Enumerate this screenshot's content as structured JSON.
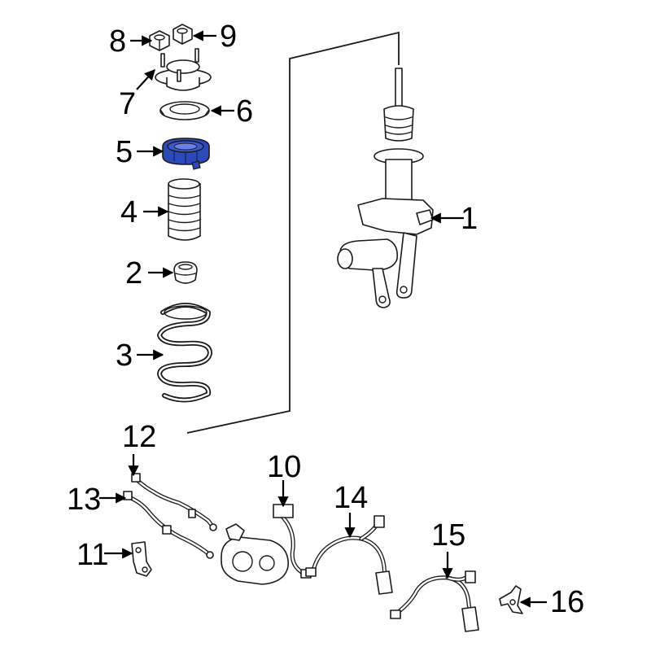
{
  "diagram": {
    "highlight_color": "#2d48b8",
    "callouts": [
      {
        "id": "1",
        "label": "1"
      },
      {
        "id": "2",
        "label": "2"
      },
      {
        "id": "3",
        "label": "3"
      },
      {
        "id": "4",
        "label": "4"
      },
      {
        "id": "5",
        "label": "5",
        "highlighted": true
      },
      {
        "id": "6",
        "label": "6"
      },
      {
        "id": "7",
        "label": "7"
      },
      {
        "id": "8",
        "label": "8"
      },
      {
        "id": "9",
        "label": "9"
      },
      {
        "id": "10",
        "label": "10"
      },
      {
        "id": "11",
        "label": "11"
      },
      {
        "id": "12",
        "label": "12"
      },
      {
        "id": "13",
        "label": "13"
      },
      {
        "id": "14",
        "label": "14"
      },
      {
        "id": "15",
        "label": "15"
      },
      {
        "id": "16",
        "label": "16"
      }
    ]
  }
}
